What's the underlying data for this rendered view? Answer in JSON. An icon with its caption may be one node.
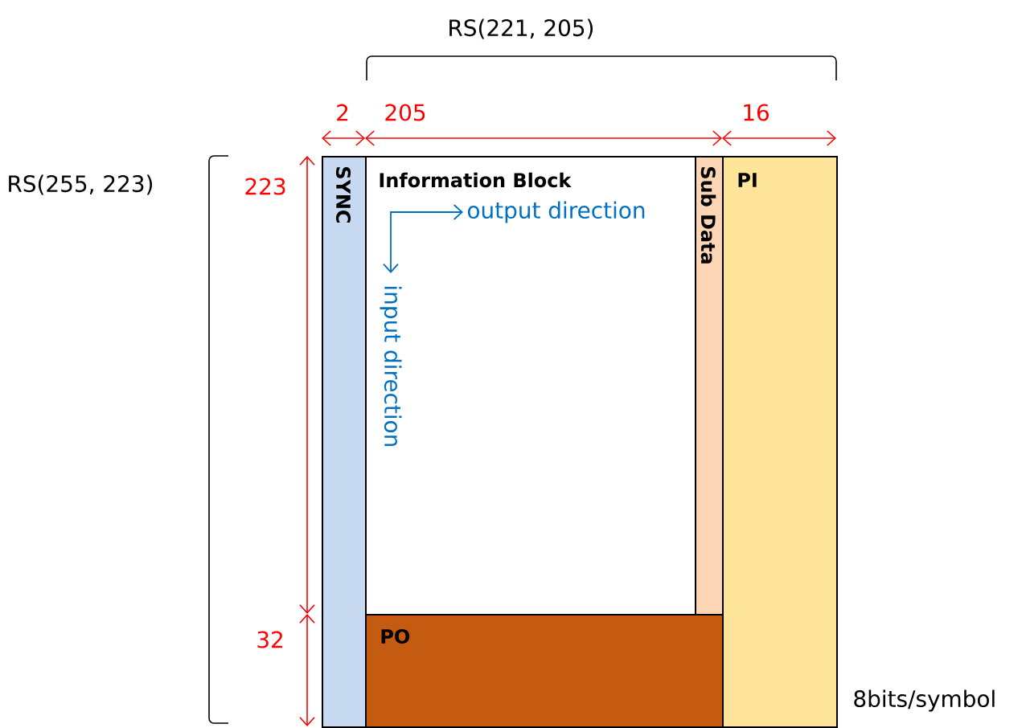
{
  "diagram": {
    "nodes": [
      {
        "text": [
          "SYNC"
        ]
      },
      {
        "text": [
          "Information Block"
        ]
      },
      {
        "text": [
          "Sub Data"
        ]
      },
      {
        "text": [
          "PI"
        ]
      },
      {
        "text": [
          "PO"
        ]
      }
    ],
    "labels": [
      "RS(221, 205)",
      "2",
      "205",
      "16",
      "RS(255, 223)",
      "223",
      "output direction",
      "input direction",
      "32",
      "8bits/symbol"
    ]
  }
}
